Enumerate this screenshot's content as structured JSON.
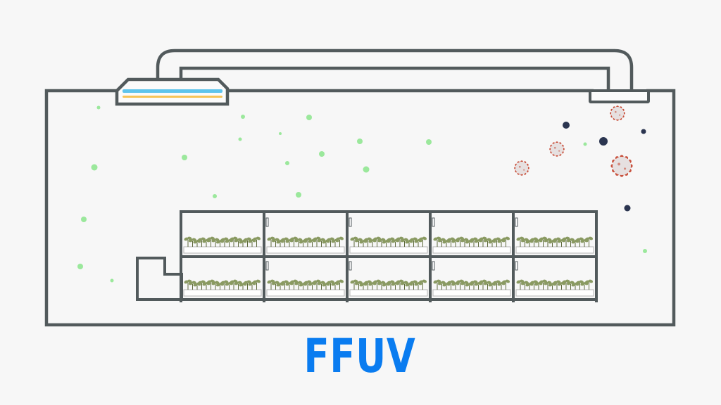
{
  "caption": {
    "text": "FFUV",
    "color": "#0a7cf0"
  },
  "colors": {
    "outline": "#525a5c",
    "background": "#f7f7f7",
    "uv_lamp": "#5fc4ec",
    "lamp_glow": "#f6c458",
    "clean_particle": "#9be89c",
    "dust_particle": "#2b3550",
    "virus_body": "#e6e0e0",
    "virus_spike": "#c8503c",
    "plant_leaf": "#8a9a62",
    "plant_stem": "#5e6a3c"
  },
  "rack": {
    "columns": 5,
    "levels": 2
  }
}
